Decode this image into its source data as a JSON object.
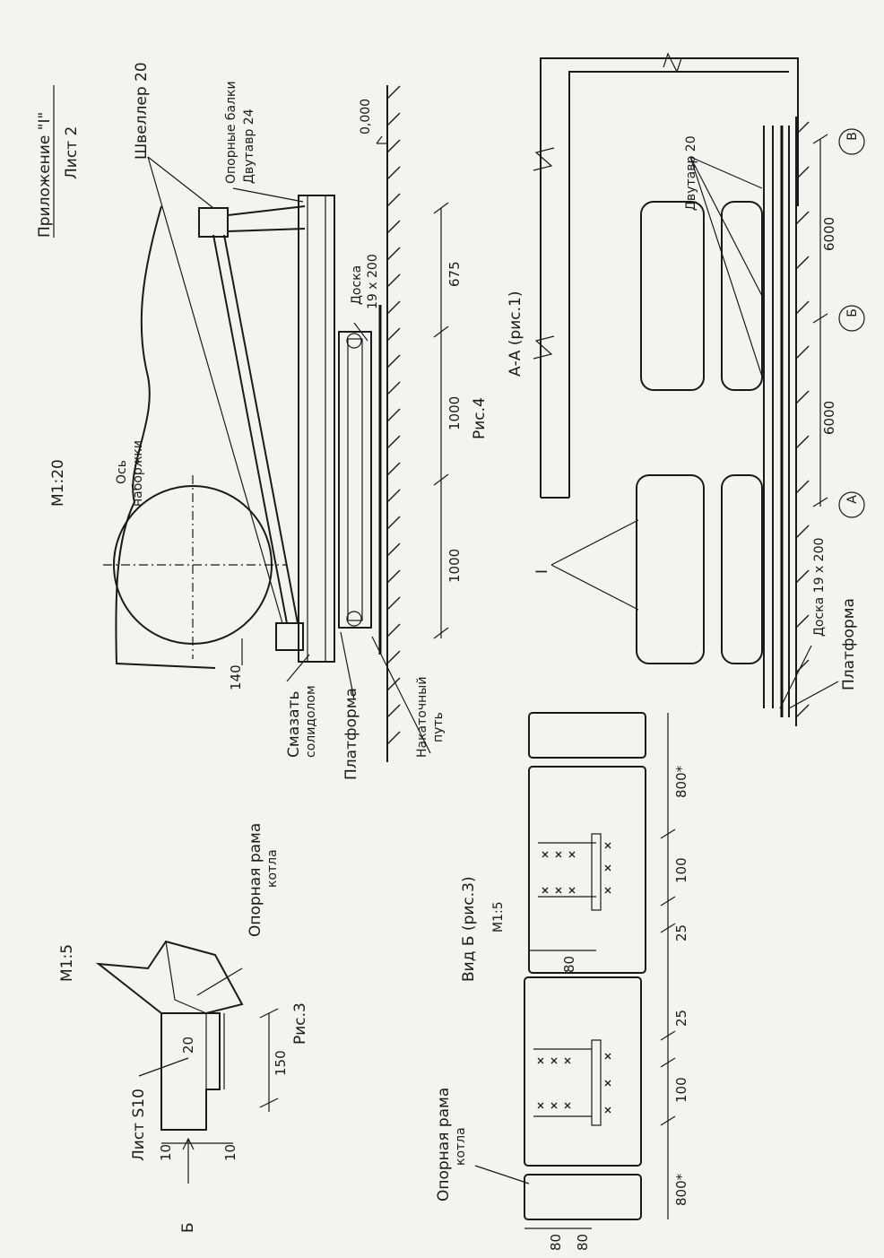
{
  "header": {
    "appendix": "Приложение \"I\"",
    "sheet": "Лист 2"
  },
  "fig4": {
    "caption": "Рис.4",
    "scale": "M1:20",
    "labels": {
      "channel": "Швеллер 20",
      "support_beams_1": "Опорные балки",
      "support_beams_2": "Двутавр 24",
      "level": "0,000",
      "board_1": "Доска",
      "board_2": "19 х 200",
      "sleeve_axis_1": "Ось",
      "sleeve_axis_2": "наборжки",
      "grease_1": "Смазать",
      "grease_2": "солидолом",
      "platform": "Платформа",
      "track_1": "Накаточный",
      "track_2": "путь"
    },
    "dims": [
      "675",
      "1000",
      "1000",
      "140"
    ]
  },
  "section_aa": {
    "title": "А-А (рис.1)",
    "labels": {
      "ibeam": "Двутавр 20",
      "board": "Доска 19 х 200",
      "platform": "Платформа",
      "item": "I"
    },
    "axes": [
      "В",
      "Б",
      "А"
    ],
    "dims": [
      "6000",
      "6000"
    ]
  },
  "fig3": {
    "caption": "Рис.3",
    "scale": "M1:5",
    "labels": {
      "frame_1": "Опорная рама",
      "frame_2": "котла",
      "sheet": "Лист S10",
      "view_mark": "Б"
    },
    "dims": [
      "20",
      "150",
      "10",
      "10"
    ]
  },
  "view_b": {
    "title": "Вид Б (рис.3)",
    "scale": "M1:5",
    "labels": {
      "frame_1": "Опорная рама",
      "frame_2": "котла"
    },
    "dims": [
      "800*",
      "100",
      "25",
      "80",
      "25",
      "100",
      "800*",
      "80",
      "80"
    ]
  }
}
